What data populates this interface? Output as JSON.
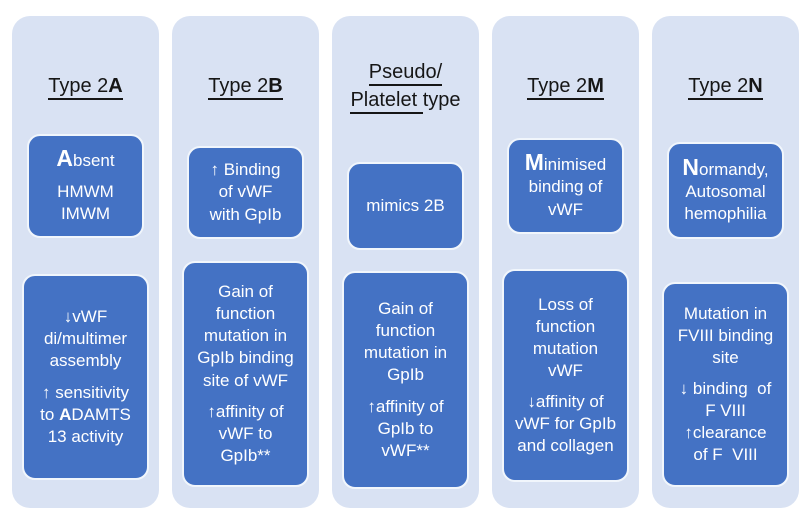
{
  "palette": {
    "page_bg": "#FFFFFF",
    "column_bg": "#D9E2F3",
    "box_bg": "#4472C4",
    "box_border": "#F1F6FC",
    "box_text": "#FFFFFF",
    "title_color": "#161616"
  },
  "columns": [
    {
      "id": "type-2a",
      "title": {
        "lines": [
          {
            "u": true,
            "segments": [
              {
                "t": "Type 2"
              },
              {
                "t": "A",
                "b": true
              }
            ]
          }
        ]
      },
      "top_box": {
        "paragraphs": [
          {
            "segments": [
              {
                "t": "A",
                "b": true,
                "big": true
              },
              {
                "t": "bsent"
              }
            ]
          },
          {
            "segments": [
              {
                "t": "HMWM\nIMWM"
              }
            ]
          }
        ]
      },
      "bottom_box": {
        "paragraphs": [
          {
            "segments": [
              {
                "t": "↓vWF\ndi/multimer\nassembly"
              }
            ]
          },
          {
            "segments": [
              {
                "t": "↑ sensitivity\nto "
              },
              {
                "t": "A",
                "b": true
              },
              {
                "t": "DAMTS\n13 activity"
              }
            ]
          }
        ]
      }
    },
    {
      "id": "type-2b",
      "title": {
        "lines": [
          {
            "u": true,
            "segments": [
              {
                "t": "Type 2"
              },
              {
                "t": "B",
                "b": true
              }
            ]
          }
        ]
      },
      "top_box": {
        "paragraphs": [
          {
            "segments": [
              {
                "t": "↑ Binding\nof vWF\nwith GpIb"
              }
            ]
          }
        ]
      },
      "bottom_box": {
        "paragraphs": [
          {
            "segments": [
              {
                "t": "Gain of\nfunction\nmutation in\nGpIb binding\nsite of vWF"
              }
            ]
          },
          {
            "segments": [
              {
                "t": "↑affinity of\nvWF to\nGpIb**"
              }
            ]
          }
        ]
      }
    },
    {
      "id": "pseudo-platelet-type",
      "title": {
        "lines": [
          {
            "u": true,
            "segments": [
              {
                "t": "Pseudo/"
              }
            ]
          },
          {
            "segments": [
              {
                "t": "Platelet ",
                "u": true
              },
              {
                "t": "type"
              }
            ]
          }
        ]
      },
      "top_box": {
        "paragraphs": [
          {
            "segments": [
              {
                "t": "mimics 2B"
              }
            ]
          }
        ]
      },
      "bottom_box": {
        "paragraphs": [
          {
            "segments": [
              {
                "t": "Gain of\nfunction\nmutation in\nGpIb"
              }
            ]
          },
          {
            "segments": [
              {
                "t": "↑affinity of\nGpIb to\nvWF**"
              }
            ]
          }
        ]
      }
    },
    {
      "id": "type-2m",
      "title": {
        "lines": [
          {
            "u": true,
            "segments": [
              {
                "t": "Type 2"
              },
              {
                "t": "M",
                "b": true
              }
            ]
          }
        ]
      },
      "top_box": {
        "paragraphs": [
          {
            "segments": [
              {
                "t": "M",
                "b": true,
                "big": true
              },
              {
                "t": "inimised\nbinding of\nvWF"
              }
            ]
          }
        ]
      },
      "bottom_box": {
        "paragraphs": [
          {
            "segments": [
              {
                "t": "Loss of\nfunction\nmutation\nvWF"
              }
            ]
          },
          {
            "segments": [
              {
                "t": "↓affinity of\nvWF for GpIb\nand collagen"
              }
            ]
          }
        ]
      }
    },
    {
      "id": "type-2n",
      "title": {
        "lines": [
          {
            "u": true,
            "segments": [
              {
                "t": "Type 2"
              },
              {
                "t": "N",
                "b": true
              }
            ]
          }
        ]
      },
      "top_box": {
        "paragraphs": [
          {
            "segments": [
              {
                "t": "N",
                "b": true,
                "big": true
              },
              {
                "t": "ormandy,\nAutosomal\nhemophilia"
              }
            ]
          }
        ]
      },
      "bottom_box": {
        "paragraphs": [
          {
            "segments": [
              {
                "t": "Mutation in\nFVIII binding\nsite"
              }
            ]
          },
          {
            "segments": [
              {
                "t": "↓ binding  of\nF VIII\n↑clearance\nof F  VIII"
              }
            ]
          }
        ]
      }
    }
  ]
}
